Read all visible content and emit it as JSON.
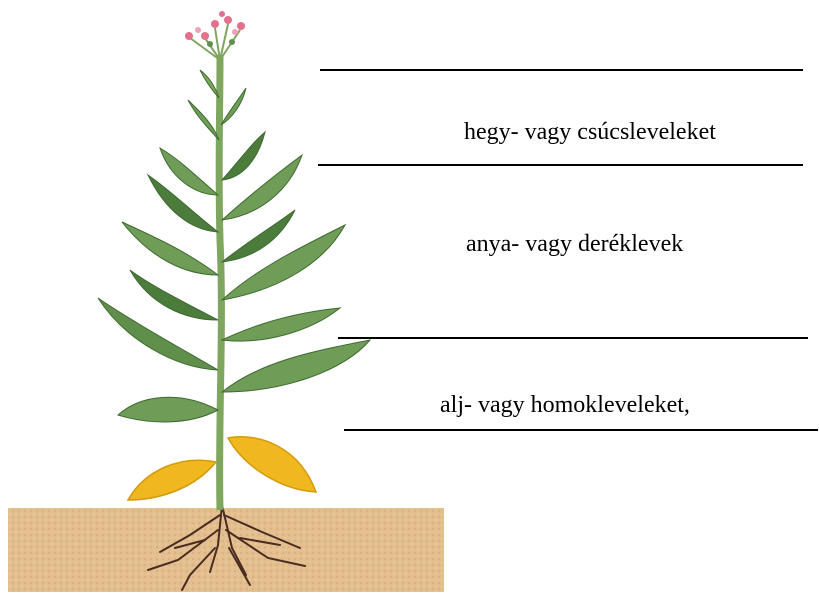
{
  "labels": {
    "top_leaves": "hegy- vagy csúcsleveleket",
    "middle_leaves": "anya- vagy deréklevek",
    "bottom_leaves": "alj- vagy homokleveleket,"
  },
  "colors": {
    "soil": "#e3bf8f",
    "leaf": "#6f9d57",
    "leaf_dark": "#4c7c3c",
    "dry_leaf": "#f0b81e",
    "root": "#4a2c20",
    "flower": "#e4708d"
  }
}
